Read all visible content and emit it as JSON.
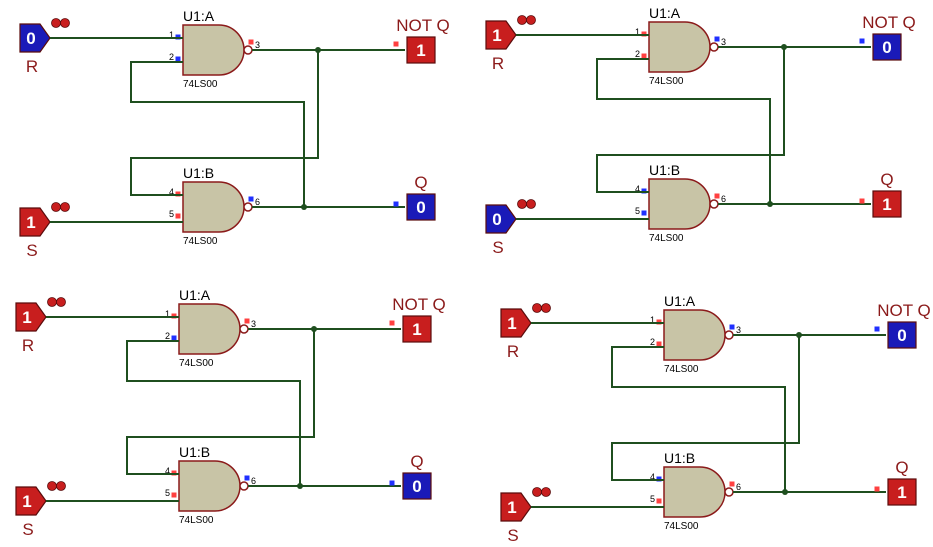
{
  "colors": {
    "wire": "#1f4f1f",
    "gate_fill": "#c8c4a6",
    "gate_stroke": "#8b1a1a",
    "high_fill": "#c81e1e",
    "low_fill": "#1a1ab8",
    "pin_red": "#ff4040",
    "pin_blue": "#2030ff",
    "label": "#8b1a1a"
  },
  "chip_label": "74LS00",
  "gate_a_label": "U1:A",
  "gate_b_label": "U1:B",
  "pins": {
    "a_in1": "1",
    "a_in2": "2",
    "a_out": "3",
    "b_in1": "4",
    "b_in2": "5",
    "b_out": "6"
  },
  "input_r_label": "R",
  "input_s_label": "S",
  "output_notq_label": "NOT Q",
  "output_q_label": "Q",
  "circuits": [
    {
      "r": "0",
      "s": "1",
      "not_q": "1",
      "q": "0"
    },
    {
      "r": "1",
      "s": "0",
      "not_q": "0",
      "q": "1"
    },
    {
      "r": "1",
      "s": "1",
      "not_q": "1",
      "q": "0"
    },
    {
      "r": "1",
      "s": "1",
      "not_q": "0",
      "q": "1"
    }
  ]
}
